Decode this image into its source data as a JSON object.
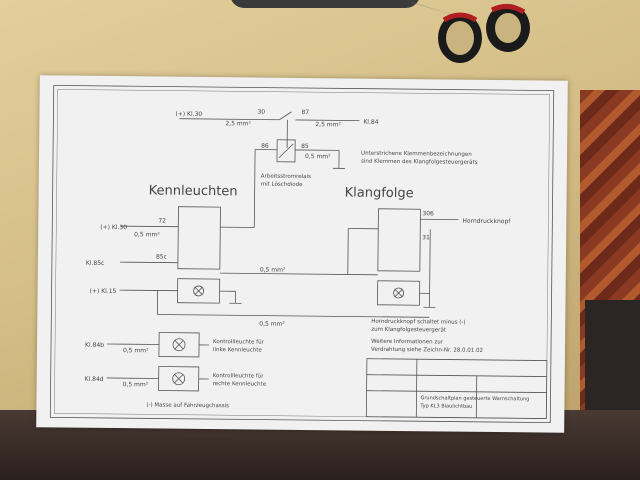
{
  "photo": {
    "subject": "",
    "colors": {
      "desk": "#d8c28d",
      "paper": "#f1f1f1",
      "ink": "#444444",
      "scissor_handle": "#b01e22"
    }
  },
  "schematic": {
    "heading_left": "Kennleuchten",
    "heading_right": "Klangfolge",
    "note_top": [
      "Unterstrichene Klemmenbezeichnungen",
      "sind Klemmen des Klangfolgesteuergeräts"
    ],
    "relay_label": [
      "Arbeitsstromrelais",
      "mit Löschdiode"
    ],
    "horn_label": "Horndruckknopf",
    "note_horn": [
      "Horndruckknopf schaltet minus (-)",
      "zum Klangfolgesteuergerät"
    ],
    "note_info": [
      "Weitere Informationen zur",
      "Verdrahtung siehe Zeichn-Nr. 28.0.01.02"
    ],
    "lamp_left": [
      "Kontrollleuchte für",
      "linke Kennleuchte"
    ],
    "lamp_right": [
      "Kontrollleuchte für",
      "rechte Kennleuchte"
    ],
    "ground_note": "(-) Masse auf Fahrzeugchassis",
    "terminal_kl30_top": "(+) Kl.30",
    "terminal_kl84": "Kl.84",
    "terminal_kl30": "(+) Kl.30",
    "terminal_kl85c": "Kl.85c",
    "terminal_kl15": "(+) Kl.15",
    "terminal_kl84b": "Kl.84b",
    "terminal_kl84d": "Kl.84d",
    "pin_30": "30",
    "pin_87": "87",
    "pin_86": "86",
    "pin_85": "85",
    "pin_72": "72",
    "pin_85c": "85c",
    "pin_306": "306",
    "pin_31": "31",
    "wire_25": "2,5 mm²",
    "wire_05": "0,5 mm²",
    "title_block": [
      "Grundschaltplan gesteuerte Warnschaltung",
      "Typ KL3 Blaulichtbau"
    ]
  }
}
